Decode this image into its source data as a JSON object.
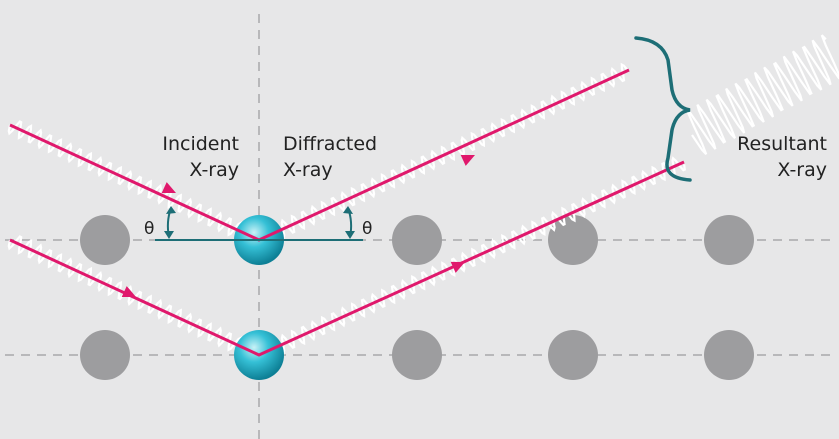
{
  "labels": {
    "incident_line1": "Incident",
    "incident_line2": "X-ray",
    "diffracted_line1": "Diffracted",
    "diffracted_line2": "X-ray",
    "resultant_line1": "Resultant",
    "resultant_line2": "X-ray",
    "theta_left": "θ",
    "theta_right": "θ"
  },
  "colors": {
    "background": "#e7e7e8",
    "ray": "#e0186c",
    "wave": "#ffffff",
    "atom_gray": "#9d9d9f",
    "atom_highlight": "#23b4cc",
    "dashed_line": "#b8b8ba",
    "angle_marker": "#1d6e76",
    "brace": "#1d6e76"
  }
}
